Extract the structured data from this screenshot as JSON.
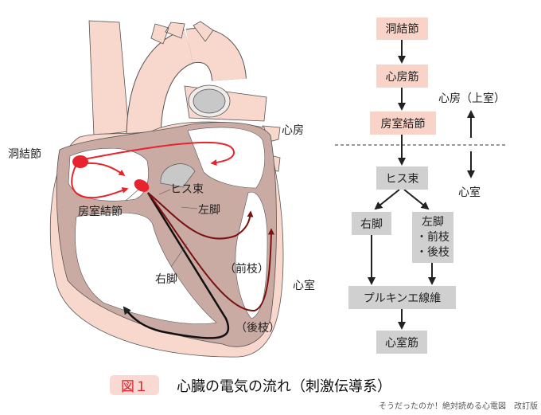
{
  "heart_labels": {
    "sa_node": "洞結節",
    "av_node": "房室結節",
    "his_bundle": "ヒス束",
    "left_bundle": "左脚",
    "right_bundle": "右脚",
    "anterior_fascicle": "（前枝）",
    "posterior_fascicle": "（後枝）",
    "atrium": "心房",
    "ventricle": "心室"
  },
  "flowchart": {
    "nodes": [
      "洞結節",
      "心房筋",
      "房室結節",
      "ヒス束",
      "右脚",
      "左脚",
      "・前枝",
      "・後枝",
      "プルキンエ線維",
      "心室筋"
    ],
    "upper_label": "心房（上室）",
    "lower_label": "心室"
  },
  "caption": {
    "figure_number": "図１",
    "title": "心臓の電気の流れ（刺激伝導系）",
    "source": "そうだったのか！絶対読める心電図　改訂版"
  },
  "colors": {
    "atrial_box": "#f9d2c8",
    "ventricular_box": "#d0d0d0",
    "conduction_red": "#e8232d",
    "conduction_darkred": "#7a1010"
  }
}
